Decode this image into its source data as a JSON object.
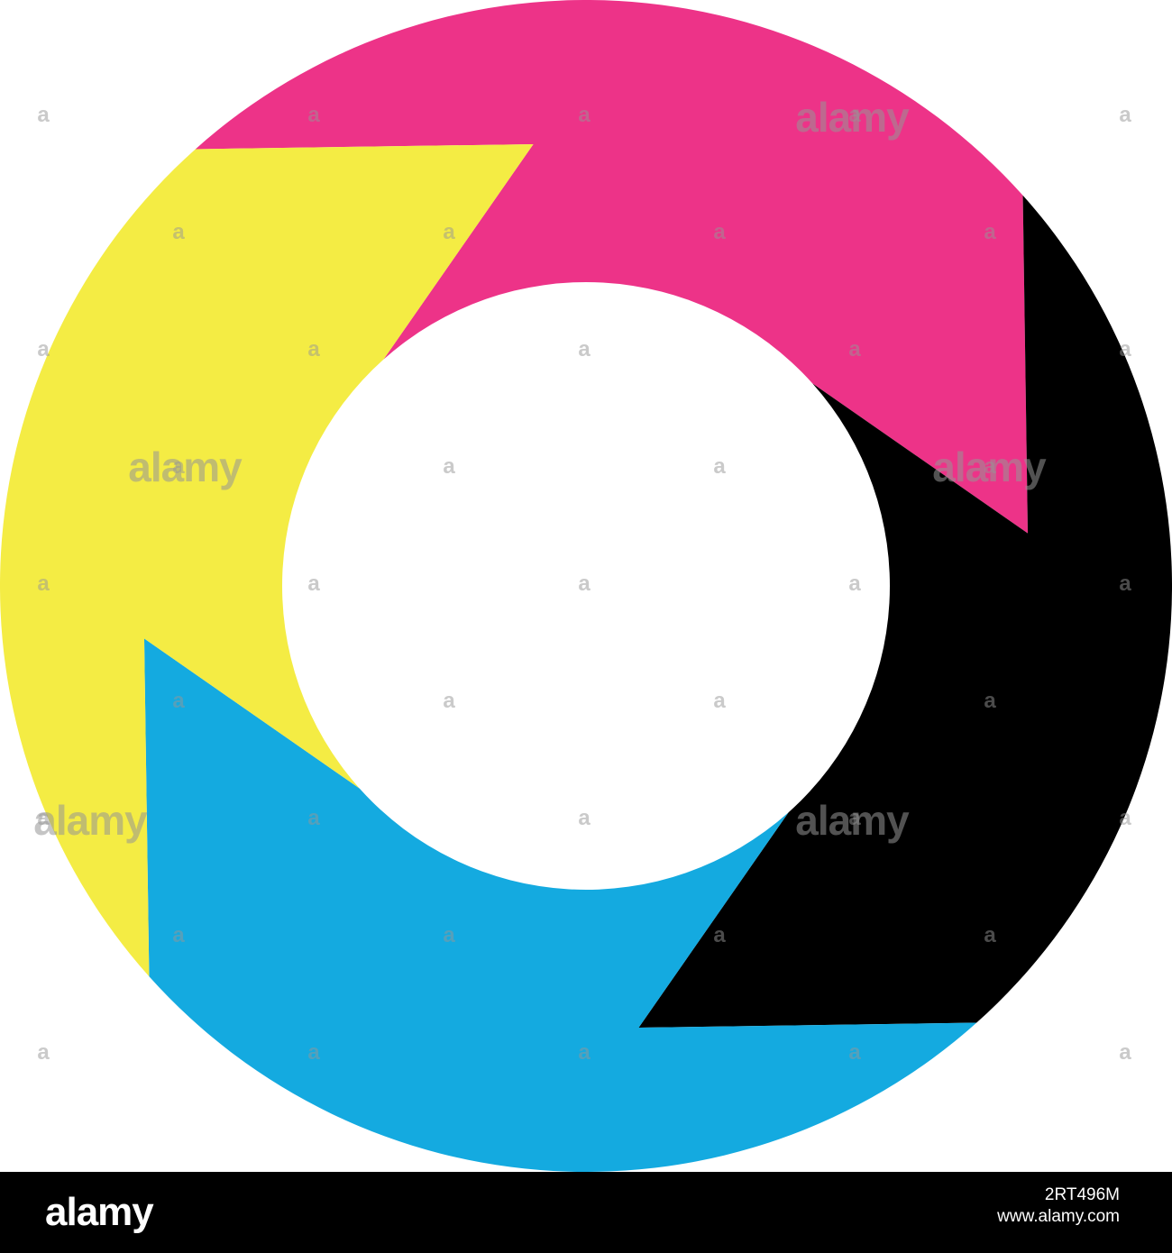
{
  "diagram": {
    "segments": [
      {
        "name": "magenta-arrow",
        "color": "#ED3388"
      },
      {
        "name": "black-arrow",
        "color": "#000000"
      },
      {
        "name": "cyan-arrow",
        "color": "#14AAE0"
      },
      {
        "name": "yellow-arrow",
        "color": "#F4EC44"
      }
    ],
    "background_color": "#FFFFFF"
  },
  "watermark": {
    "large_text": "alamy",
    "small_text": "a"
  },
  "footer": {
    "logo": "alamy",
    "image_id": "2RT496M",
    "site": "www.alamy.com",
    "background_color": "#000000",
    "text_color": "#FFFFFF"
  }
}
